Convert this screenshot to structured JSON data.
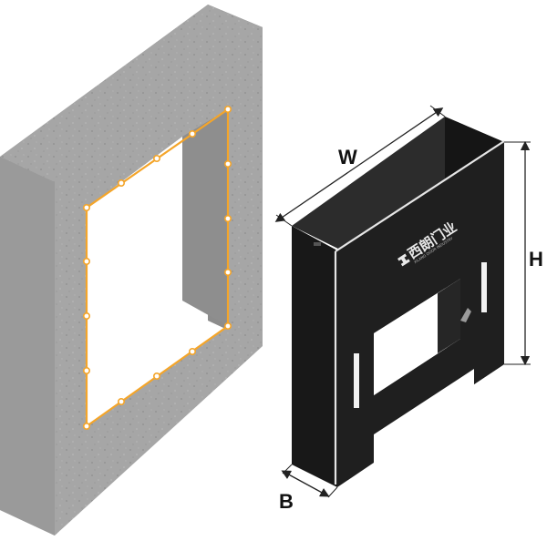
{
  "labels": {
    "width": "W",
    "height": "H",
    "depth": "B"
  },
  "logo": {
    "brand_text": "西朗门业",
    "brand_subtext": "XILANG DOOR INDUSTRY"
  },
  "colors": {
    "wall_face": "#a7a7a7",
    "wall_top": "#bdbdbd",
    "wall_side": "#8e8e8e",
    "outline": "#f4a52a",
    "anchor_fill": "#ffffff",
    "shelter_front": "#1f1f1f",
    "shelter_top": "#2c2c2c",
    "shelter_side": "#141414",
    "trim": "#e6e6e6",
    "dimension_line": "#222222"
  }
}
